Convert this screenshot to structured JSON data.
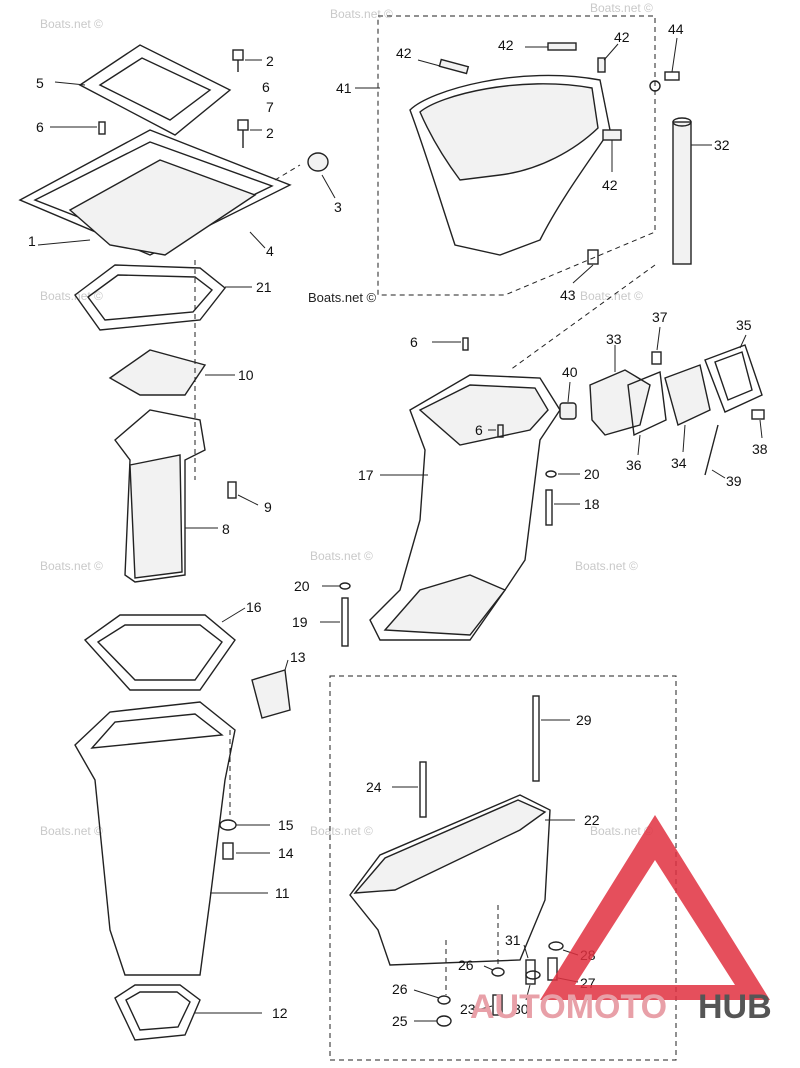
{
  "watermark": "Boats.net ©",
  "site_label": "Boats.net ©",
  "brand": {
    "part1": "AUTOMOTO",
    "part2": "HUB",
    "color1": "#e8a0a8",
    "color2": "#555555",
    "logo_color": "#e03040"
  },
  "callouts": [
    "1",
    "2",
    "2",
    "3",
    "4",
    "5",
    "6",
    "6",
    "6",
    "6",
    "7",
    "8",
    "9",
    "10",
    "11",
    "12",
    "13",
    "14",
    "15",
    "16",
    "17",
    "18",
    "19",
    "20",
    "20",
    "21",
    "22",
    "23",
    "24",
    "25",
    "26",
    "26",
    "27",
    "28",
    "29",
    "30",
    "31",
    "32",
    "33",
    "34",
    "35",
    "36",
    "37",
    "38",
    "39",
    "40",
    "41",
    "42",
    "42",
    "42",
    "42",
    "43",
    "44"
  ]
}
